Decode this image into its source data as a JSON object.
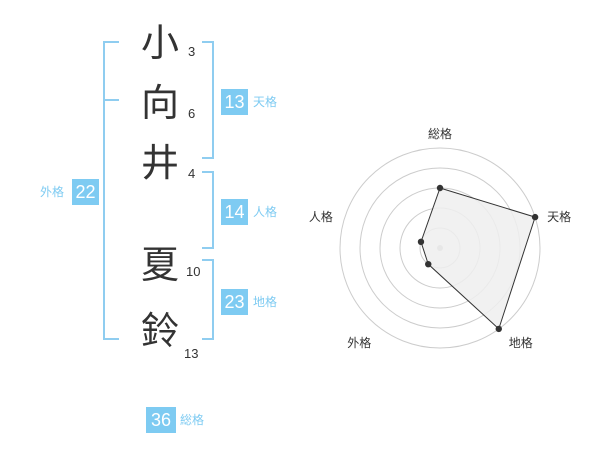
{
  "name": {
    "chars": [
      {
        "char": "小",
        "strokes": "3"
      },
      {
        "char": "向",
        "strokes": "6"
      },
      {
        "char": "井",
        "strokes": "4"
      },
      {
        "char": "夏",
        "strokes": "10"
      },
      {
        "char": "鈴",
        "strokes": "13"
      }
    ]
  },
  "fortune": {
    "tenkaku": {
      "label": "天格",
      "value": "13"
    },
    "jinkaku": {
      "label": "人格",
      "value": "14"
    },
    "chikaku": {
      "label": "地格",
      "value": "23"
    },
    "gaikaku": {
      "label": "外格",
      "value": "22"
    },
    "soukaku": {
      "label": "総格",
      "value": "36"
    }
  },
  "chart_data": {
    "type": "radar",
    "axes": [
      "総格",
      "天格",
      "地格",
      "外格",
      "人格"
    ],
    "rings": 5,
    "range": [
      0,
      5
    ],
    "values": [
      3,
      5,
      5,
      1,
      1
    ],
    "colors": {
      "fill": "#eeeeee",
      "stroke": "#333333",
      "grid": "#cccccc",
      "center": "#bbbbbb"
    }
  },
  "colors": {
    "accent": "#7ecbf2",
    "bracket": "#8fcdf0"
  }
}
